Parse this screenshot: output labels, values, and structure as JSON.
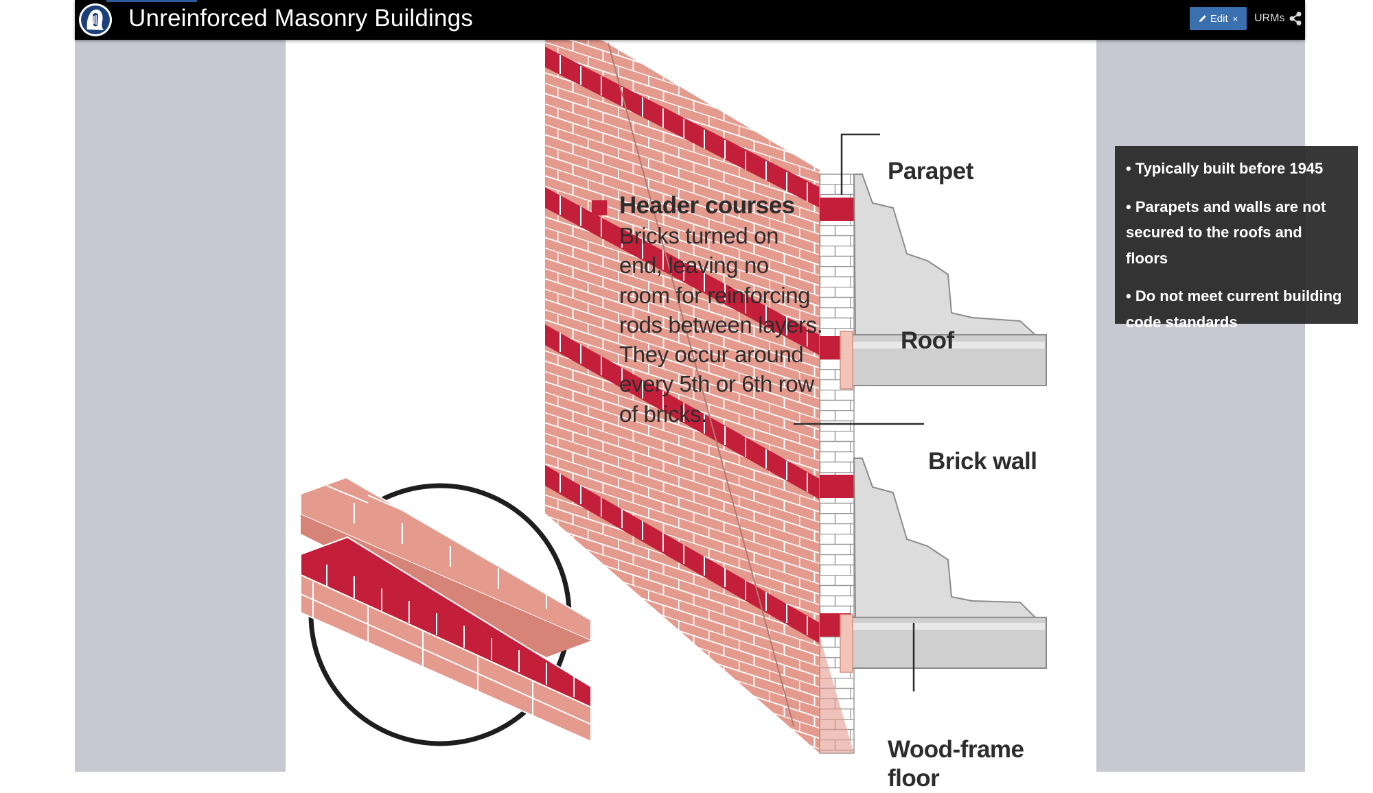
{
  "header": {
    "title": "Unreinforced Masonry Buildings",
    "edit_label": "Edit",
    "close_glyph": "×",
    "story_link": "URMs",
    "icons": {
      "logo": "seattle-seal-logo",
      "edit": "pencil-icon",
      "share": "share-icon"
    }
  },
  "info_panel": {
    "bullets": [
      "• Typically built before 1945",
      "• Parapets and walls are not secured to the roofs and floors",
      "• Do not meet current building code standards"
    ]
  },
  "illustration": {
    "legend_title": "Header courses",
    "legend_body": "Bricks turned on end, leaving no room for reinforcing rods between layers. They occur around every 5th or 6th row of bricks.",
    "callouts": {
      "parapet": "Parapet",
      "roof": "Roof",
      "brick_wall": "Brick wall",
      "wood_frame_floor": "Wood-frame floor"
    }
  },
  "colors": {
    "header_bg": "#000000",
    "page_bg": "#c8c8d2",
    "edit_button": "#3a6fb0",
    "brick": "#e59a8e",
    "header_course": "#c41f3a",
    "mortar": "#ffffff",
    "concrete": "#dcdcdc",
    "panel_bg": "#282828"
  }
}
